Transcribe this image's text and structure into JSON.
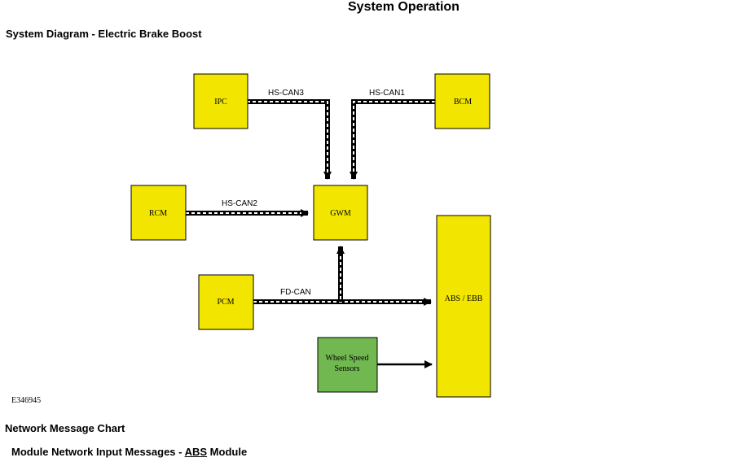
{
  "page_title": "System Operation",
  "diagram_heading": "System Diagram - Electric Brake Boost",
  "image_code": "E346945",
  "network_chart_heading": "Network Message Chart",
  "input_messages_heading": {
    "prefix": "Module Network Input Messages - ",
    "link": "ABS",
    "suffix": " Module"
  },
  "modules": {
    "ipc": "IPC",
    "bcm": "BCM",
    "rcm": "RCM",
    "gwm": "GWM",
    "pcm": "PCM",
    "abs_ebb": "ABS / EBB",
    "wheel_speed_line1": "Wheel Speed",
    "wheel_speed_line2": "Sensors"
  },
  "buses": {
    "ipc_gwm": "HS-CAN3",
    "bcm_gwm": "HS-CAN1",
    "rcm_gwm": "HS-CAN2",
    "pcm_abs": "FD-CAN"
  },
  "colors": {
    "module_fill": "#F2E600",
    "sensor_fill": "#72B850",
    "outline": "#000000"
  }
}
